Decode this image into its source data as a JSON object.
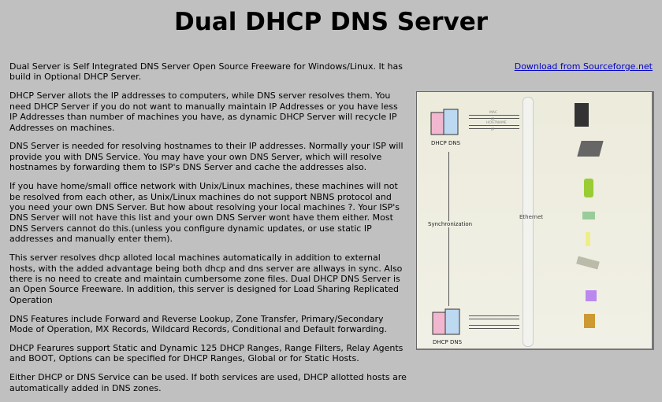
{
  "title": "Dual DHCP DNS Server",
  "download_link": "Download from Sourceforge.net",
  "paragraphs": [
    "Dual Server is Self Integrated DNS Server Open Source Freeware for Windows/Linux. It has build in Optional DHCP Server.",
    "DHCP Server allots the IP addresses to computers, while DNS server resolves them. You need DHCP Server if you do not want to manually maintain IP Addresses or you have less IP Addresses than number of machines you have, as dynamic DHCP Server will recycle IP Addresses on machines.",
    "DNS Server is needed for resolving hostnames to their IP addresses. Normally your ISP will provide you with DNS Service. You may have your own DNS Server, which will resolve hostnames by forwarding them to ISP's DNS Server and cache the addresses also.",
    "If you have home/small office network with Unix/Linux machines, these machines will not be resolved from each other, as Unix/Linux machines do not support NBNS protocol and you need your own DNS Server. But how about resolving your local machines ?. Your ISP's DNS Server will not have this list and your own DNS Server wont have them either. Most DNS Servers cannot do this.(unless you configure dynamic updates, or use static IP addresses and manually enter them).",
    "This server resolves dhcp alloted local machines automatically in addition to external hosts, with the added advantage being both dhcp and dns server are allways in sync. Also there is no need to create and maintain cumbersome zone files. Dual DHCP DNS Server is an Open Source Freeware. In addition, this server is designed for Load Sharing Replicated Operation",
    "DNS Features include Forward and Reverse Lookup, Zone Transfer, Primary/Secondary Mode of Operation, MX Records, Wildcard Records, Conditional and Default forwarding.",
    "DHCP Fearures support Static and Dynamic 125 DHCP Ranges, Range Filters, Relay Agents and BOOT, Options can be specified for DHCP Ranges, Global or for Static Hosts.",
    "Either DHCP or DNS Service can be used. If both services are used, DHCP allotted hosts are automatically added in DNS zones."
  ],
  "diagram": {
    "server_label": "DHCP DNS",
    "sync_label": "Synchronization",
    "ethernet_label": "Ethernet",
    "arrow_labels": [
      "MAC",
      "IP",
      "HOSTNAME",
      "IP"
    ]
  }
}
